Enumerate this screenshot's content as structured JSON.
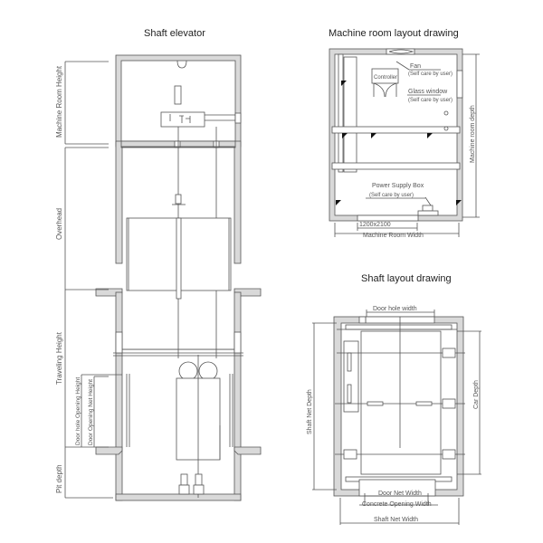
{
  "titles": {
    "shaft_elevator": "Shaft elevator",
    "machine_room": "Machine room layout drawing",
    "shaft_layout": "Shaft layout drawing"
  },
  "elevation_labels": {
    "machine_room_height": "Machine Room Height",
    "overhead": "Overhead",
    "traveling_height": "Traveling Height",
    "door_hole_opening_height": "Door hole Opening Height",
    "door_opening_net_height": "Door Opening Net Height",
    "pit_depth": "Pit depth"
  },
  "machine_room_labels": {
    "fan": "Fan",
    "fan_note": "(Self care by user)",
    "controller": "Controller",
    "glass_window": "Glass window",
    "glass_window_note": "(Self care by user)",
    "power_supply_box": "Power Supply Box",
    "power_supply_note": "(Self care by user)",
    "hole_size": "1200x2100",
    "machine_room_width": "Machine Room  Width",
    "machine_room_depth": "Machine room depth"
  },
  "shaft_layout_labels": {
    "door_hole_width": "Door hole width",
    "shaft_net_depth": "Shaft Net Depth",
    "car_depth": "Car Depth",
    "door_net_width": "Door Net Width",
    "concrete_opening_width": "Concrete Opening Width",
    "shaft_net_width": "Shaft Net Width"
  },
  "colors": {
    "wall_fill": "#d9d9d9",
    "line": "#555555",
    "text": "#555555"
  }
}
